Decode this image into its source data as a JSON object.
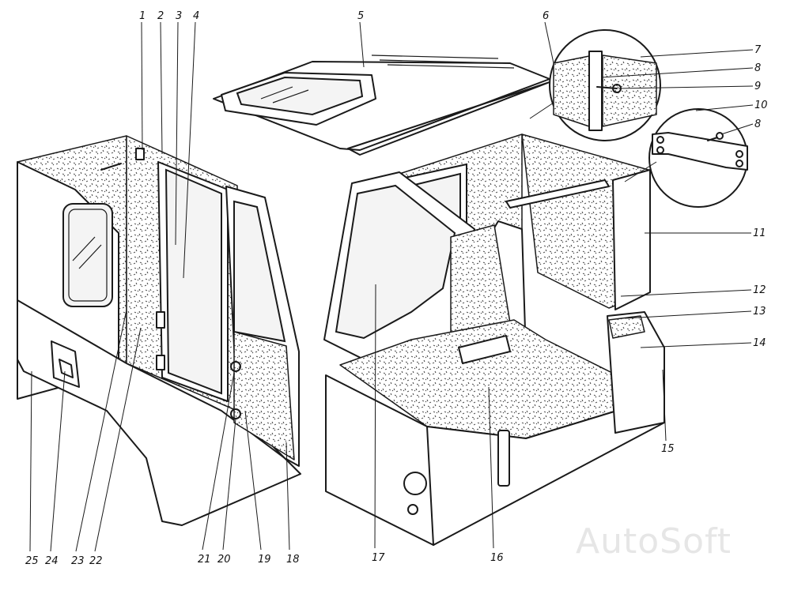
{
  "watermark": "AutoSoft",
  "callouts": [
    {
      "id": "1",
      "label": "1"
    },
    {
      "id": "2",
      "label": "2"
    },
    {
      "id": "3",
      "label": "3"
    },
    {
      "id": "4",
      "label": "4"
    },
    {
      "id": "5",
      "label": "5"
    },
    {
      "id": "6",
      "label": "6"
    },
    {
      "id": "7",
      "label": "7"
    },
    {
      "id": "8a",
      "label": "8"
    },
    {
      "id": "9",
      "label": "9"
    },
    {
      "id": "10",
      "label": "10"
    },
    {
      "id": "8b",
      "label": "8"
    },
    {
      "id": "11",
      "label": "11"
    },
    {
      "id": "12",
      "label": "12"
    },
    {
      "id": "13",
      "label": "13"
    },
    {
      "id": "14",
      "label": "14"
    },
    {
      "id": "15",
      "label": "15"
    },
    {
      "id": "16",
      "label": "16"
    },
    {
      "id": "17",
      "label": "17"
    },
    {
      "id": "18",
      "label": "18"
    },
    {
      "id": "19",
      "label": "19"
    },
    {
      "id": "20",
      "label": "20"
    },
    {
      "id": "21",
      "label": "21"
    },
    {
      "id": "22",
      "label": "22"
    },
    {
      "id": "23",
      "label": "23"
    },
    {
      "id": "24",
      "label": "24"
    },
    {
      "id": "25",
      "label": "25"
    }
  ]
}
